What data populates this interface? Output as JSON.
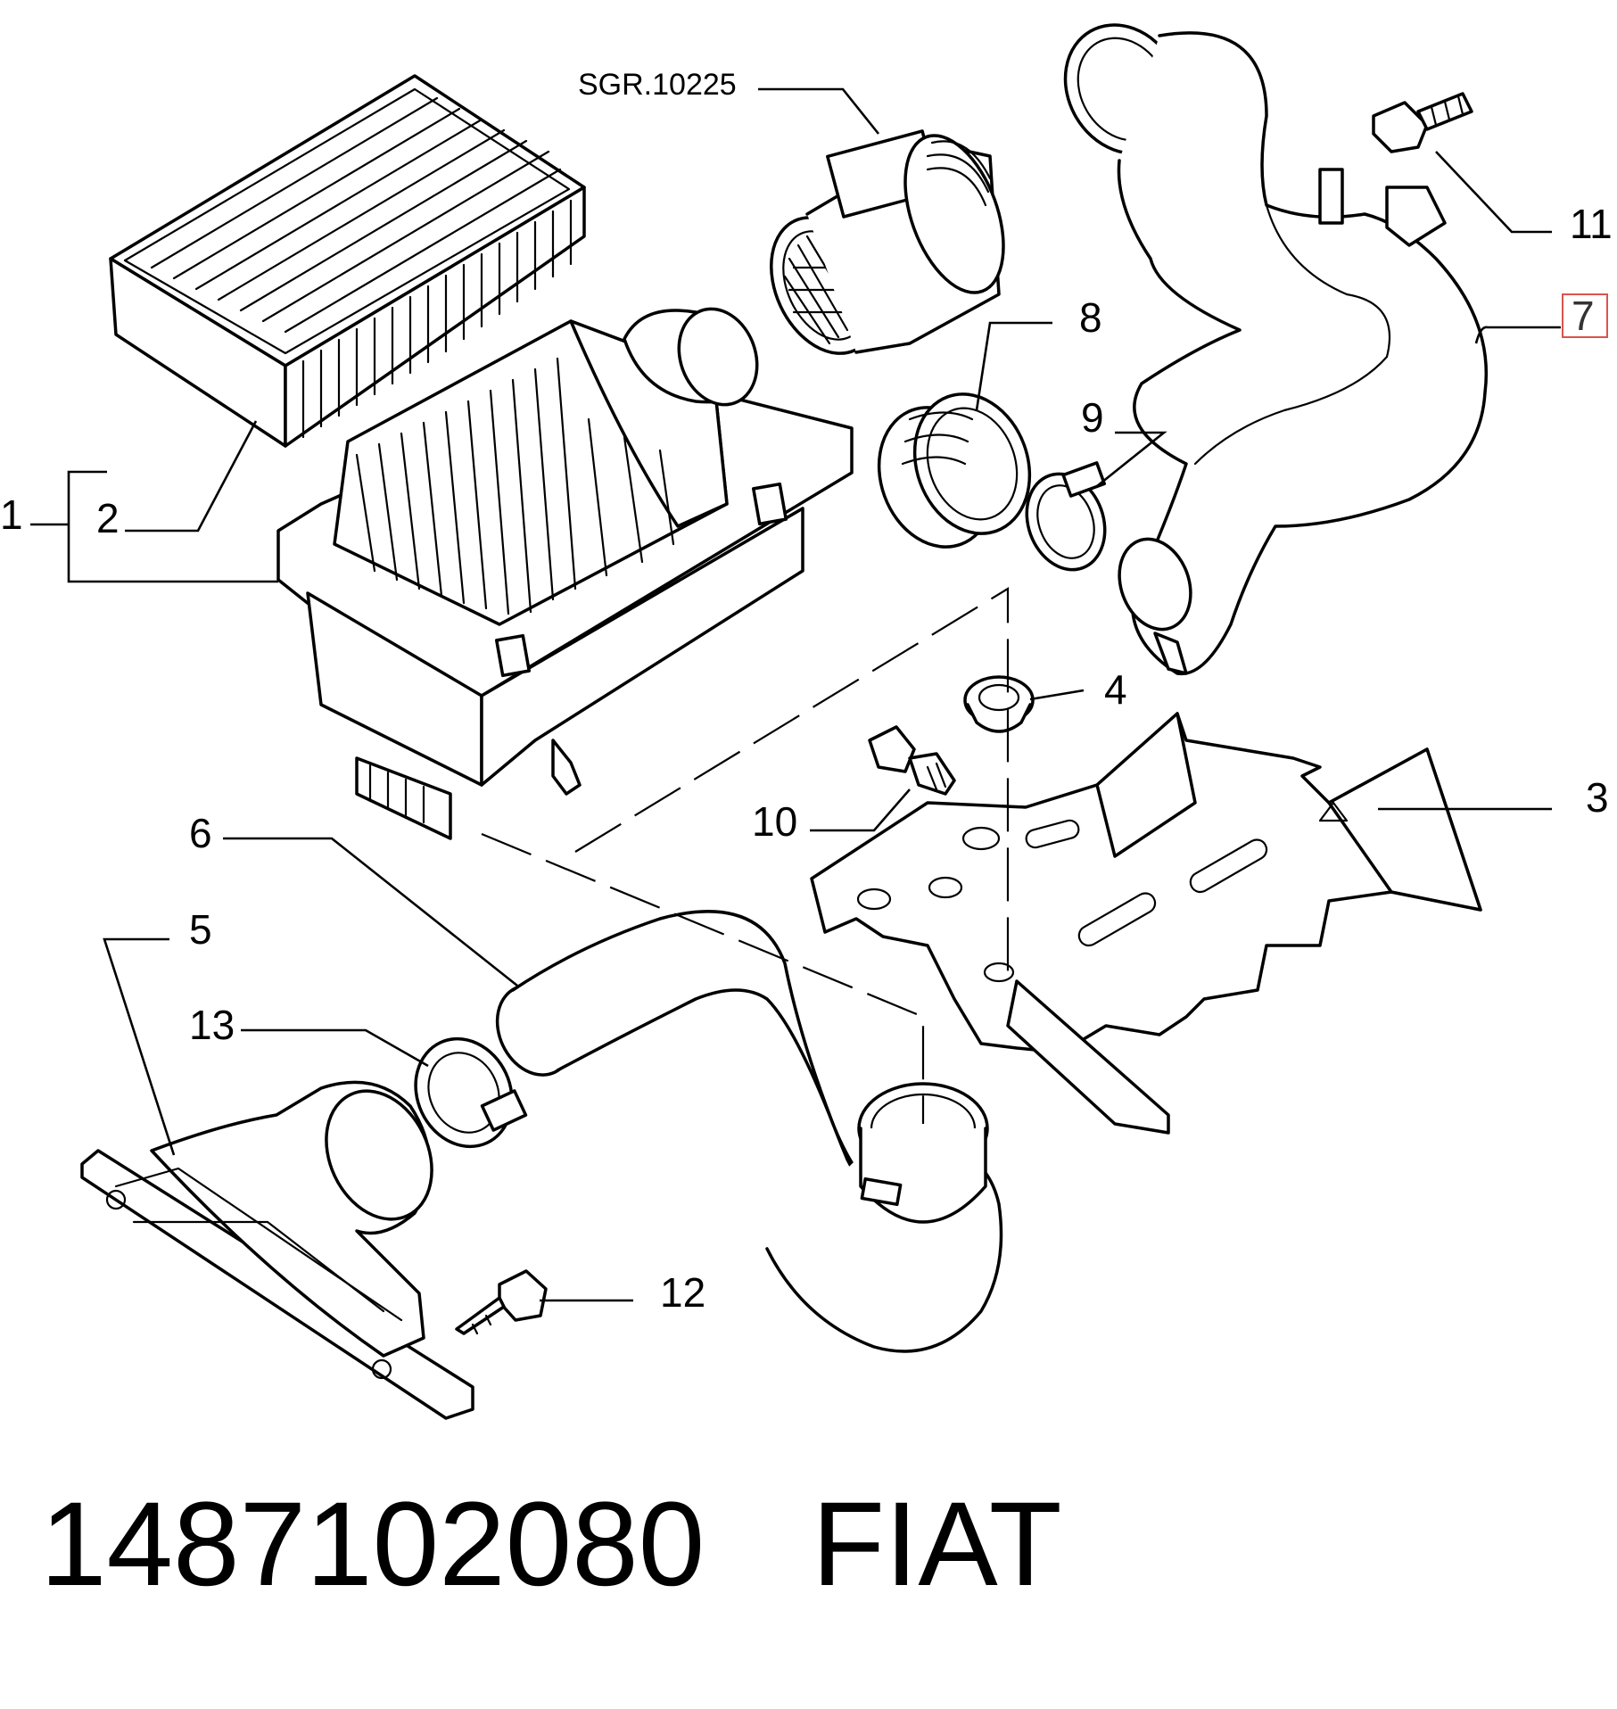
{
  "diagram": {
    "reference_label": "SGR.10225",
    "callouts": {
      "c1": "1",
      "c2": "2",
      "c3": "3",
      "c4": "4",
      "c5": "5",
      "c6": "6",
      "c7": "7",
      "c8": "8",
      "c9": "9",
      "c10": "10",
      "c11": "11",
      "c12": "12",
      "c13": "13"
    },
    "highlighted_callout": "7",
    "highlight_color": "#d9534f"
  },
  "footer": {
    "part_number": "1487102080",
    "brand": "FIAT"
  }
}
